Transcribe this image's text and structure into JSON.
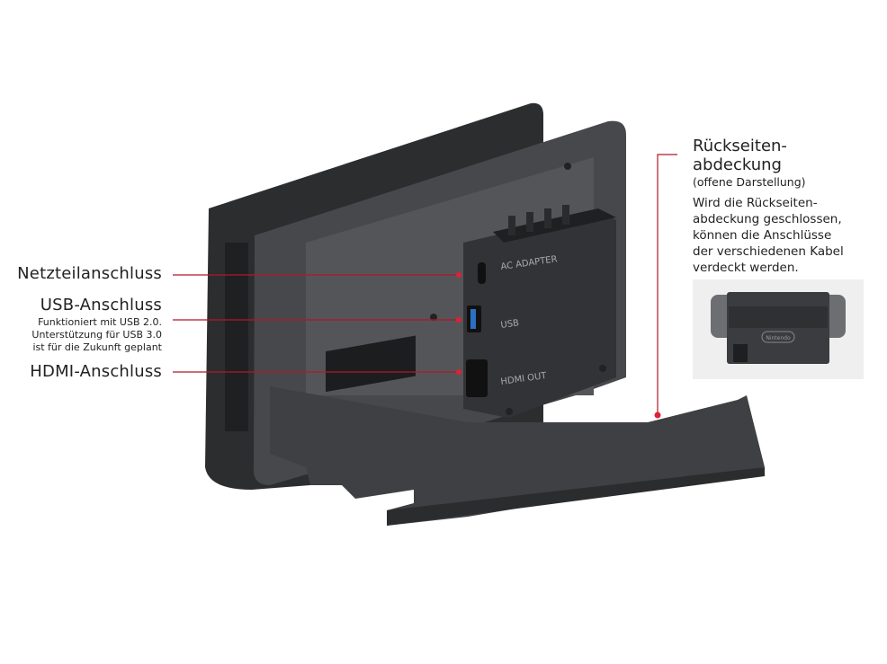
{
  "labels": {
    "power": "Netzteilanschluss",
    "usb": "USB-Anschluss",
    "usb_note": [
      "Funktioniert mit USB 2.0.",
      "Unterstützung für USB 3.0",
      "ist für die Zukunft geplant"
    ],
    "hdmi": "HDMI-Anschluss"
  },
  "cover": {
    "title_line1": "Rückseiten-",
    "title_line2": "abdeckung",
    "subtitle": "(offene Darstellung)",
    "description": [
      "Wird die Rückseiten-",
      "abdeckung geschlossen,",
      "können die Anschlüsse",
      "der verschiedenen Kabel",
      "verdeckt werden."
    ]
  },
  "dock_markings": {
    "ac": "AC ADAPTER",
    "usb": "USB",
    "hdmi": "HDMI OUT",
    "logo": "Nintendo"
  },
  "colors": {
    "callout": "#b0182a",
    "dock": "#3a3b3d",
    "panel": "#4a4b4e"
  }
}
